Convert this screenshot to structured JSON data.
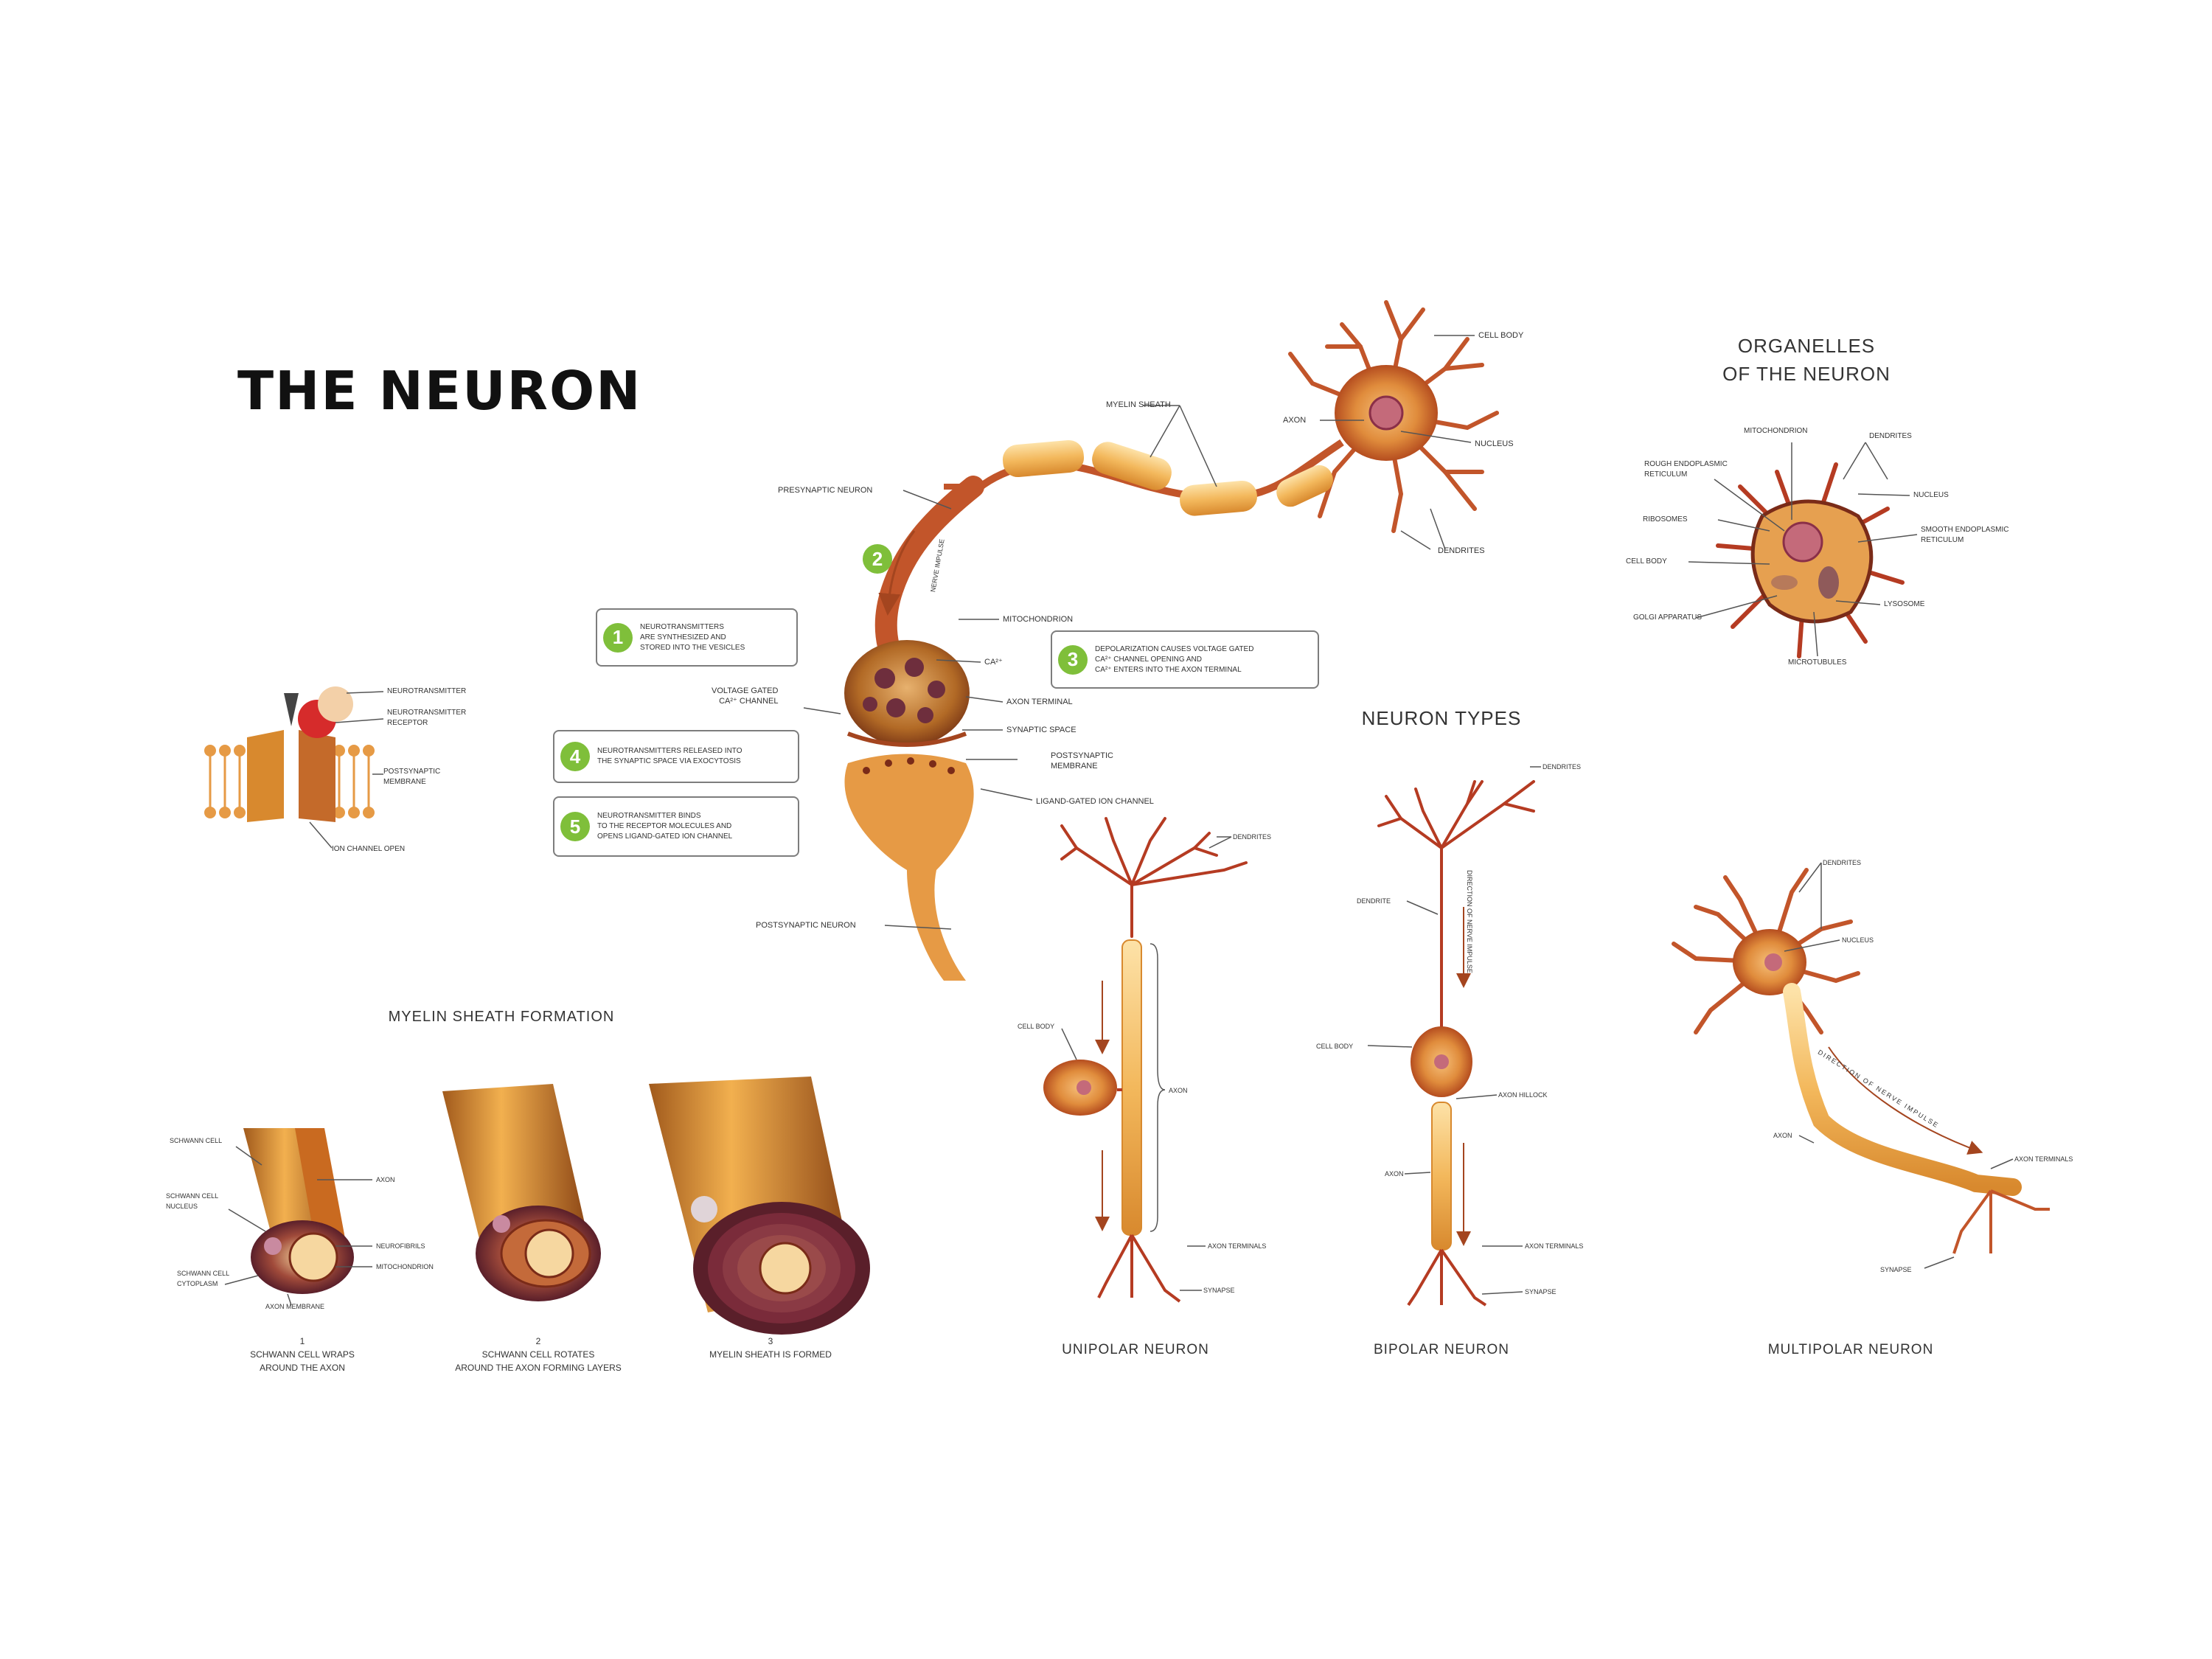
{
  "title": "THE NEURON",
  "sections": {
    "organelles_title": "ORGANELLES\nOF THE NEURON",
    "types_title": "NEURON TYPES",
    "myelin_title": "MYELIN SHEATH FORMATION"
  },
  "colors": {
    "neuron": "#d8892e",
    "neuron_dark": "#a4451f",
    "myelin": "#f3b85c",
    "step_green": "#7fbf3a",
    "text": "#333333"
  },
  "neuron_labels": {
    "cell_body": "CELL BODY",
    "axon": "AXON",
    "nucleus": "NUCLEUS",
    "myelin_sheath": "MYELIN SHEATH",
    "dendrites": "DENDRITES",
    "presynaptic_neuron": "PRESYNAPTIC NEURON",
    "nerve_impulse": "NERVE IMPULSE",
    "mitochondrion": "MITOCHONDRION",
    "ca": "Ca²⁺",
    "voltage_gated": "VOLTAGE GATED\nCa²⁺ CHANNEL",
    "axon_terminal": "AXON TERMINAL",
    "synaptic_space": "SYNAPTIC SPACE",
    "postsynaptic_membrane": "POSTSYNAPTIC\nMEMBRANE",
    "ligand_gated": "LIGAND-GATED ION CHANNEL",
    "postsynaptic_neuron": "POSTSYNAPTIC NEURON"
  },
  "steps": [
    {
      "num": "1",
      "text": "NEUROTRANSMITTERS\nARE SYNTHESIZED AND\nSTORED INTO THE VESICLES"
    },
    {
      "num": "2",
      "text": ""
    },
    {
      "num": "3",
      "text": "DEPOLARIZATION CAUSES VOLTAGE GATED\nCa²⁺ CHANNEL OPENING AND\nCa²⁺ ENTERS INTO THE AXON TERMINAL"
    },
    {
      "num": "4",
      "text": "NEUROTRANSMITTERS RELEASED INTO\nTHE SYNAPTIC SPACE VIA EXOCYTOSIS"
    },
    {
      "num": "5",
      "text": "NEUROTRANSMITTER BINDS\nTO THE RECEPTOR MOLECULES AND\nOPENS LIGAND-GATED ION CHANNEL"
    }
  ],
  "ion_channel": {
    "neurotransmitter": "NEUROTRANSMITTER",
    "receptor": "NEUROTRANSMITTER\nRECEPTOR",
    "membrane": "POSTSYNAPTIC\nMEMBRANE",
    "open": "ION CHANNEL OPEN"
  },
  "organelles": {
    "mitochondrion": "MITOCHONDRION",
    "dendrites": "DENDRITES",
    "rough_er": "ROUGH ENDOPLASMIC\nRETICULUM",
    "nucleus": "NUCLEUS",
    "ribosomes": "RIBOSOMES",
    "smooth_er": "SMOOTH ENDOPLASMIC\nRETICULUM",
    "cell_body": "CELL BODY",
    "lysosome": "LYSOSOME",
    "golgi": "GOLGI APPARATUS",
    "microtubules": "MICROTUBULES"
  },
  "myelin": {
    "schwann_cell": "SCHWANN CELL",
    "schwann_nucleus": "SCHWANN CELL\nNUCLEUS",
    "schwann_cytoplasm": "SCHWANN CELL\nCYTOPLASM",
    "axon": "AXON",
    "neurofibrils": "NEUROFIBRILS",
    "mitochondrion": "MITOCHONDRION",
    "axon_membrane": "AXON MEMBRANE",
    "captions": [
      "1\nSCHWANN CELL WRAPS\nAROUND THE AXON",
      "2\nSCHWANN CELL ROTATES\nAROUND THE AXON FORMING LAYERS",
      "3\nMYELIN SHEATH IS FORMED"
    ]
  },
  "types": {
    "unipolar": "UNIPOLAR NEURON",
    "bipolar": "BIPOLAR NEURON",
    "multipolar": "MULTIPOLAR NEURON",
    "dendrites": "DENDRITES",
    "cell_body": "CELL BODY",
    "axon": "AXON",
    "axon_terminals": "AXON TERMINALS",
    "synapse": "SYNAPSE",
    "axon_terminal": "AXON TERMINALS",
    "nucleus": "NUCLEUS",
    "axon_hillock": "AXON HILLOCK",
    "direction": "DIRECTION OF NERVE IMPULSE",
    "direction_multi": "DIRECTION OF NERVE IMPULSE",
    "dendrite": "DENDRITE"
  }
}
